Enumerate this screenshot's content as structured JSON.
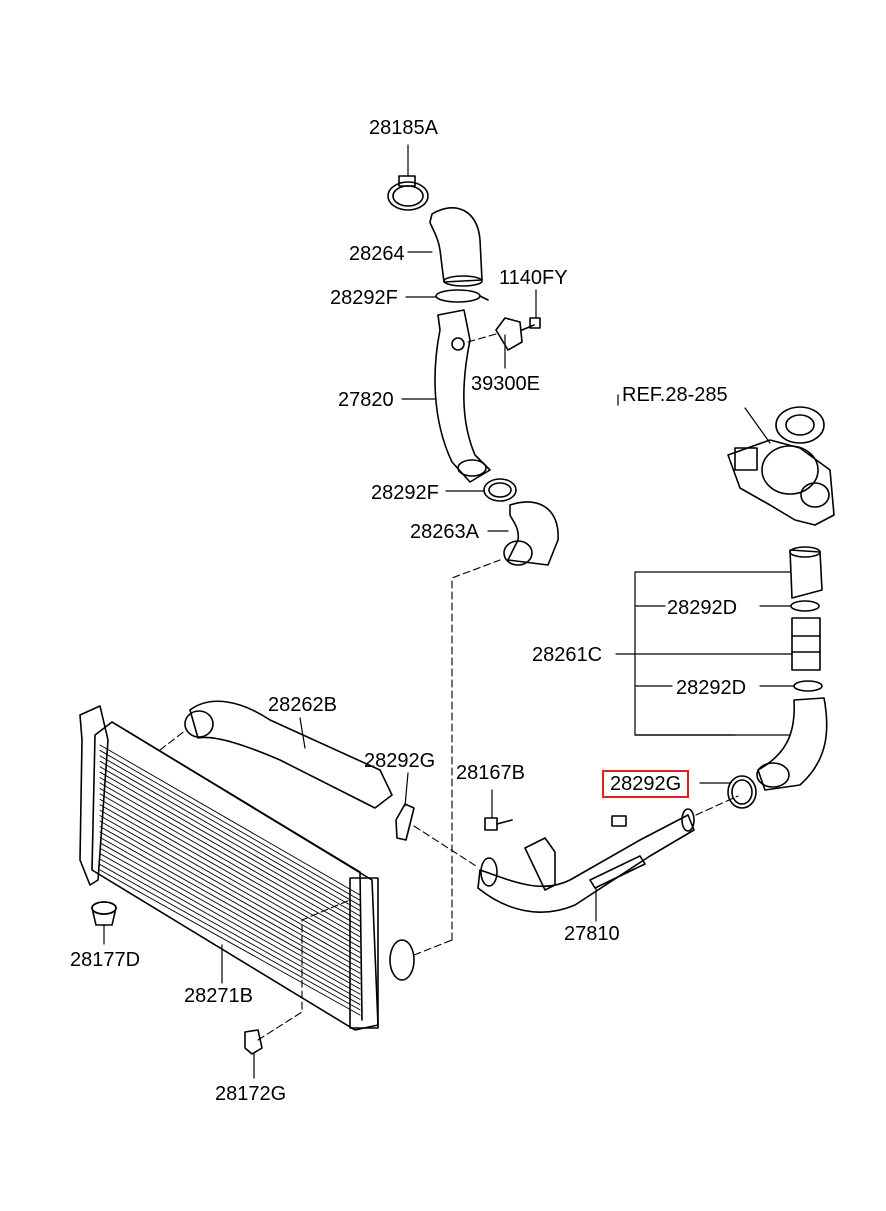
{
  "labels": {
    "p28185A": "28185A",
    "p28264": "28264",
    "p28292F_top": "28292F",
    "p1140FY": "1140FY",
    "p39300E": "39300E",
    "p27820": "27820",
    "p28292F_bot": "28292F",
    "p28263A": "28263A",
    "ref": "REF.28-285",
    "p28292D_top": "28292D",
    "p28261C": "28261C",
    "p28292D_bot": "28292D",
    "p28262B": "28262B",
    "p28292G_left": "28292G",
    "p28167B": "28167B",
    "p28292G_right": "28292G",
    "p27810": "27810",
    "p28177D": "28177D",
    "p28271B": "28271B",
    "p28172G": "28172G"
  },
  "highlight": {
    "part": "28292G",
    "color": "#e02020"
  }
}
